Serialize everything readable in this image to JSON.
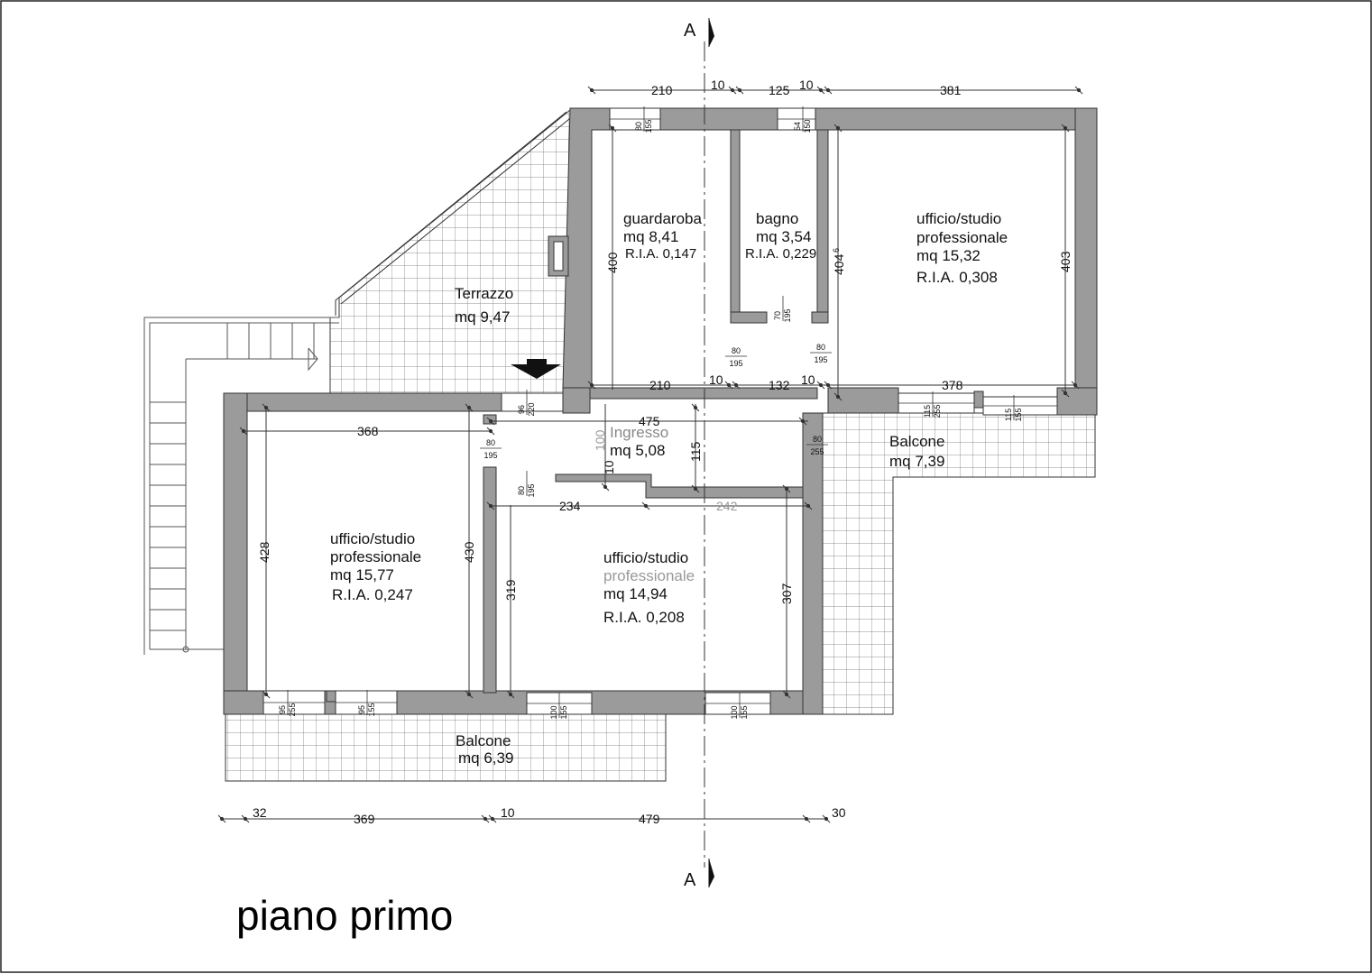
{
  "title": "piano primo",
  "section_label": "A",
  "rooms": {
    "guardaroba": {
      "name": "guardaroba",
      "area": "mq 8,41",
      "ria": "R.I.A. 0,147"
    },
    "bagno": {
      "name": "bagno",
      "area": "mq 3,54",
      "ria": "R.I.A. 0,229"
    },
    "ufficio_ne": {
      "name1": "ufficio/studio",
      "name2": "professionale",
      "area": "mq 15,32",
      "ria": "R.I.A. 0,308"
    },
    "terrazzo": {
      "name": "Terrazzo",
      "area": "mq 9,47"
    },
    "ingresso": {
      "name": "Ingresso",
      "area": "mq 5,08"
    },
    "balcone_e": {
      "name": "Balcone",
      "area": "mq 7,39"
    },
    "ufficio_sw": {
      "name1": "ufficio/studio",
      "name2": "professionale",
      "area": "mq 15,77",
      "ria": "R.I.A. 0,247"
    },
    "ufficio_s": {
      "name1": "ufficio/studio",
      "name2": "professionale",
      "area": "mq 14,94",
      "ria": "R.I.A. 0,208"
    },
    "balcone_s": {
      "name": "Balcone",
      "area": "mq 6,39"
    }
  },
  "dimensions": {
    "top": [
      "210",
      "10",
      "125",
      "10",
      "381"
    ],
    "mid": [
      "210",
      "10",
      "132",
      "10",
      "378"
    ],
    "west": "368",
    "ingresso_w": "475",
    "lower": [
      "234",
      "242"
    ],
    "bottom": [
      "32",
      "369",
      "10",
      "479",
      "30"
    ],
    "heights": {
      "guardaroba": "400",
      "ufficio_ne_w": "404",
      "ufficio_ne_w_sup": "6",
      "ufficio_ne_e": "403",
      "ufficio_sw_w": "428",
      "ufficio_sw_e": "430",
      "ufficio_s_w": "319",
      "ufficio_s_e": "307",
      "ingresso_a": "100",
      "ingresso_b": "10",
      "ingresso_c": "115"
    }
  },
  "openings": [
    {
      "w": "80",
      "h": "155"
    },
    {
      "w": "54",
      "h": "150"
    },
    {
      "w": "70",
      "h": "195"
    },
    {
      "w": "80",
      "h": "195"
    },
    {
      "w": "80",
      "h": "195"
    },
    {
      "w": "96",
      "h": "220"
    },
    {
      "w": "80",
      "h": "195"
    },
    {
      "w": "80",
      "h": "195"
    },
    {
      "w": "80",
      "h": "255"
    },
    {
      "w": "115",
      "h": "255"
    },
    {
      "w": "115",
      "h": "155"
    },
    {
      "w": "95",
      "h": "255"
    },
    {
      "w": "95",
      "h": "155"
    },
    {
      "w": "100",
      "h": "155"
    },
    {
      "w": "100",
      "h": "155"
    }
  ],
  "colors": {
    "wall": "#9b9b9b",
    "line": "#222222",
    "tile": "#6e6e6e"
  }
}
